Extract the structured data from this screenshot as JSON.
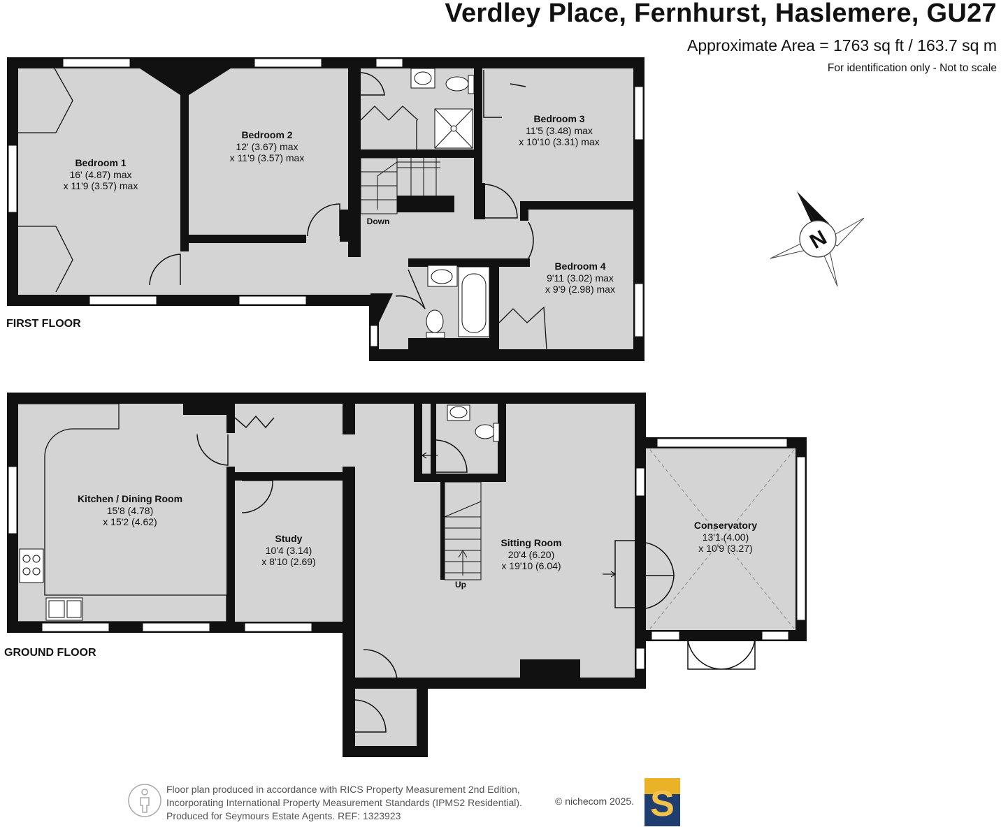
{
  "header": {
    "title": "Verdley Place, Fernhurst, Haslemere, GU27",
    "area": "Approximate Area = 1763 sq ft / 163.7 sq m",
    "note": "For identification only - Not to scale"
  },
  "floors": {
    "first": "FIRST FLOOR",
    "ground": "GROUND FLOOR"
  },
  "rooms": {
    "bedroom1": {
      "name": "Bedroom 1",
      "dim1": "16' (4.87) max",
      "dim2": "x 11'9 (3.57) max"
    },
    "bedroom2": {
      "name": "Bedroom 2",
      "dim1": "12' (3.67) max",
      "dim2": "x 11'9 (3.57) max"
    },
    "bedroom3": {
      "name": "Bedroom 3",
      "dim1": "11'5 (3.48) max",
      "dim2": "x 10'10 (3.31) max"
    },
    "bedroom4": {
      "name": "Bedroom 4",
      "dim1": "9'11 (3.02) max",
      "dim2": "x 9'9 (2.98) max"
    },
    "kitchen": {
      "name": "Kitchen / Dining Room",
      "dim1": "15'8 (4.78)",
      "dim2": "x 15'2 (4.62)"
    },
    "study": {
      "name": "Study",
      "dim1": "10'4 (3.14)",
      "dim2": "x 8'10 (2.69)"
    },
    "sitting": {
      "name": "Sitting Room",
      "dim1": "20'4 (6.20)",
      "dim2": "x 19'10 (6.04)"
    },
    "conservatory": {
      "name": "Conservatory",
      "dim1": "13'1 (4.00)",
      "dim2": "x 10'9 (3.27)"
    }
  },
  "stairs": {
    "down": "Down",
    "up": "Up"
  },
  "compass": {
    "letter": "N"
  },
  "footer": {
    "line1": "Floor plan produced in accordance with RICS Property Measurement 2nd Edition,",
    "line2": "Incorporating International Property Measurement Standards (IPMS2 Residential).",
    "line3": "Produced for Seymours Estate Agents.   REF: 1323923",
    "copyright": "© nichecom 2025.",
    "logo_letter": "S"
  },
  "colors": {
    "wall": "#111111",
    "floor": "#d4d4d4",
    "brand_blue": "#1f3d6e",
    "brand_gold": "#e9b227"
  }
}
